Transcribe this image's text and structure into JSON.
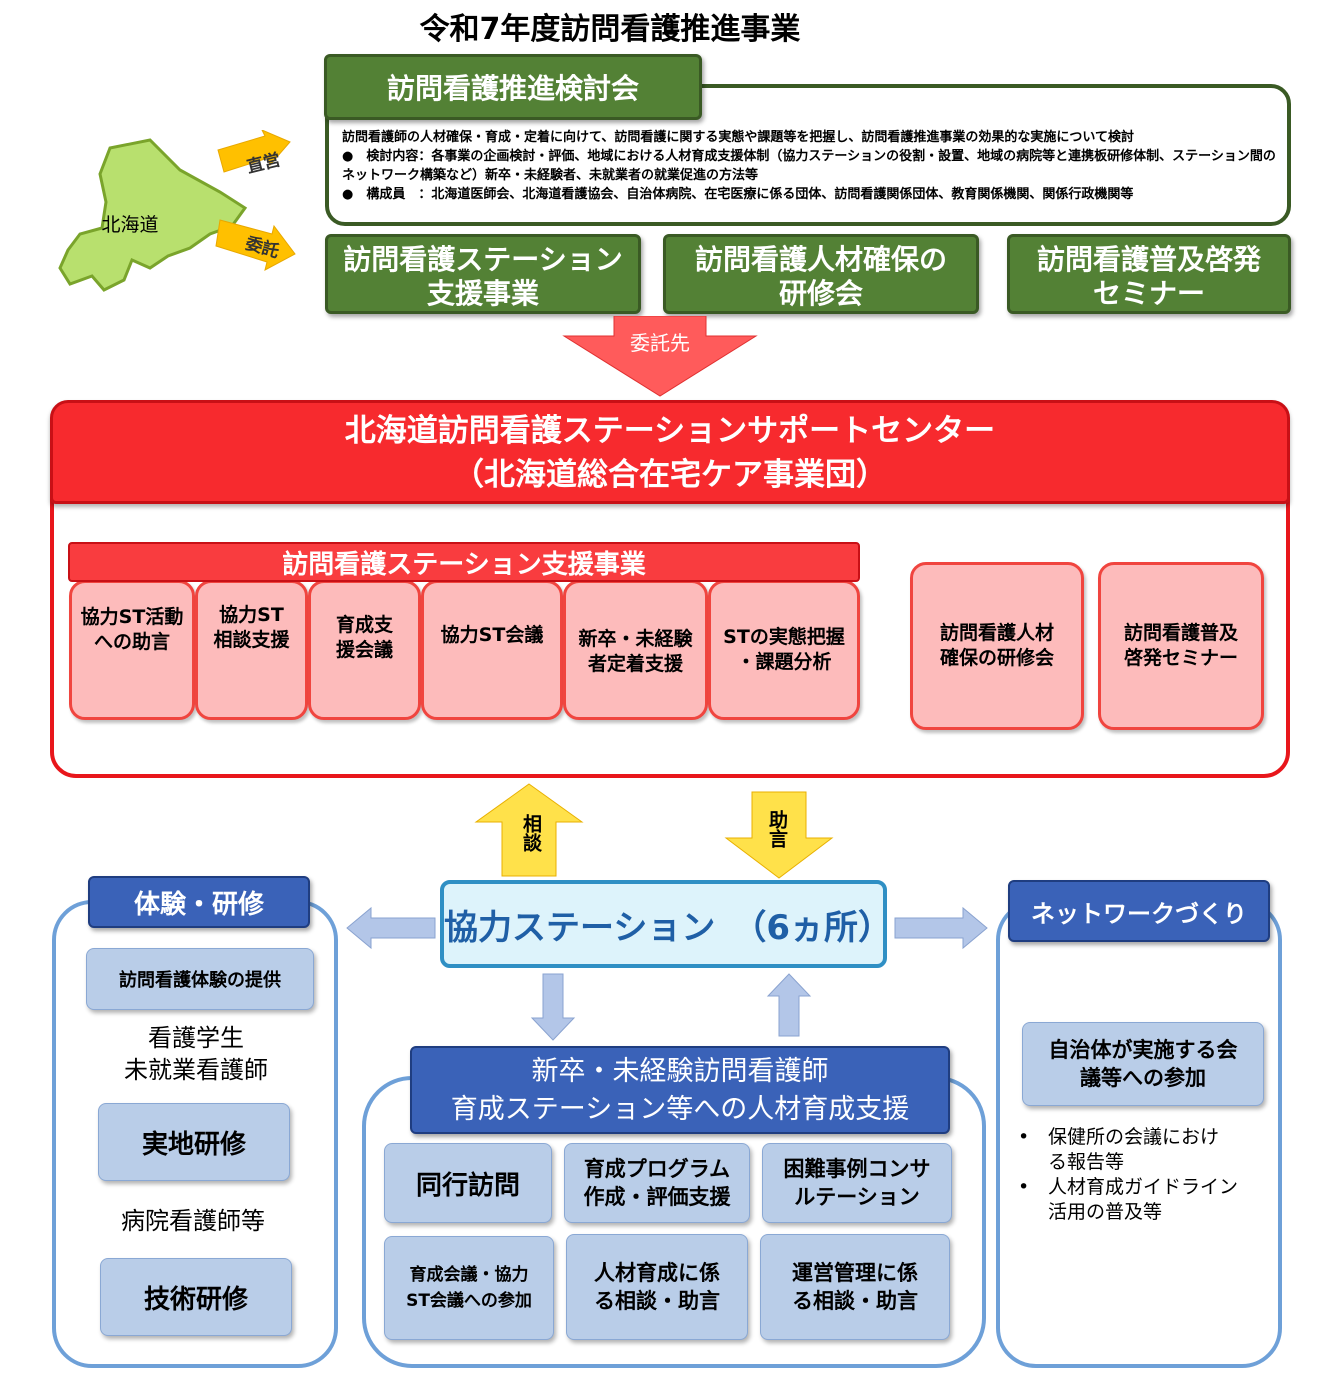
{
  "title": "令和7年度訪問看護推進事業",
  "hokkaido": "北海道",
  "direct_label": "直営",
  "entrust_label": "委託",
  "council": {
    "title": "訪問看護推進検討会",
    "desc": "訪問看護師の人材確保・育成・定着に向けて、訪問看護に関する実態や課題等を把握し、訪問看護推進事業の効果的な実施について検討",
    "content": "●　検討内容：各事業の企画検討・評価、地域における人材育成支援体制（協力ステーションの役割・設置、地域の病院等と連携板研修体制、ステーション間のネットワーク構築など）新卒・未経験者、未就業者の就業促進の方法等",
    "members": "●　構成員　：北海道医師会、北海道看護協会、自治体病院、在宅医療に係る団体、訪問看護関係団体、教育関係機関、関係行政機関等"
  },
  "green_boxes": [
    {
      "line1": "訪問看護ステーション",
      "line2": "支援事業"
    },
    {
      "line1": "訪問看護人材確保の",
      "line2": "研修会"
    },
    {
      "line1": "訪問看護普及啓発",
      "line2": "セミナー"
    }
  ],
  "entrusted_to": "委託先",
  "center": {
    "line1": "北海道訪問看護ステーションサポートセンター",
    "line2": "（北海道総合在宅ケア事業団）"
  },
  "support_project": {
    "title": "訪問看護ステーション支援事業",
    "items": [
      {
        "line1": "協力ST活動",
        "line2": "への助言"
      },
      {
        "line1": "協力ST",
        "line2": "相談支援"
      },
      {
        "line1": "育成支",
        "line2": "援会議"
      },
      {
        "line1": "協力ST会議",
        "line2": ""
      },
      {
        "line1": "新卒・未経験",
        "line2": "者定着支援"
      },
      {
        "line1": "STの実態把握",
        "line2": "・課題分析"
      }
    ]
  },
  "other_projects": [
    {
      "line1": "訪問看護人材",
      "line2": "確保の研修会"
    },
    {
      "line1": "訪問看護普及",
      "line2": "啓発セミナー"
    }
  ],
  "consult_label": "相談",
  "advice_label": "助言",
  "coop_station": "協力ステーション　（6ヵ所）",
  "experience": {
    "title": "体験・研修",
    "offer": "訪問看護体験の提供",
    "target1a": "看護学生",
    "target1b": "未就業看護師",
    "practical": "実地研修",
    "target2": "病院看護師等",
    "technical": "技術研修"
  },
  "network": {
    "title": "ネットワークづくり",
    "box_line1": "自治体が実施する会",
    "box_line2": "議等への参加",
    "bullets": [
      {
        "line1": "保健所の会議におけ",
        "line2": "る報告等"
      },
      {
        "line1": "人材育成ガイドライン",
        "line2": "活用の普及等"
      }
    ],
    "bullet_mark": "•"
  },
  "training_support": {
    "line1": "新卒・未経験訪問看護師",
    "line2": "育成ステーション等への人材育成支援",
    "items": [
      {
        "line1": "同行訪問",
        "line2": ""
      },
      {
        "line1": "育成プログラム",
        "line2": "作成・評価支援"
      },
      {
        "line1": "困難事例コンサ",
        "line2": "ルテーション"
      },
      {
        "line1": "育成会議・協力",
        "line2": "ST会議への参加"
      },
      {
        "line1": "人材育成に係",
        "line2": "る相談・助言"
      },
      {
        "line1": "運営管理に係",
        "line2": "る相談・助言"
      }
    ]
  }
}
